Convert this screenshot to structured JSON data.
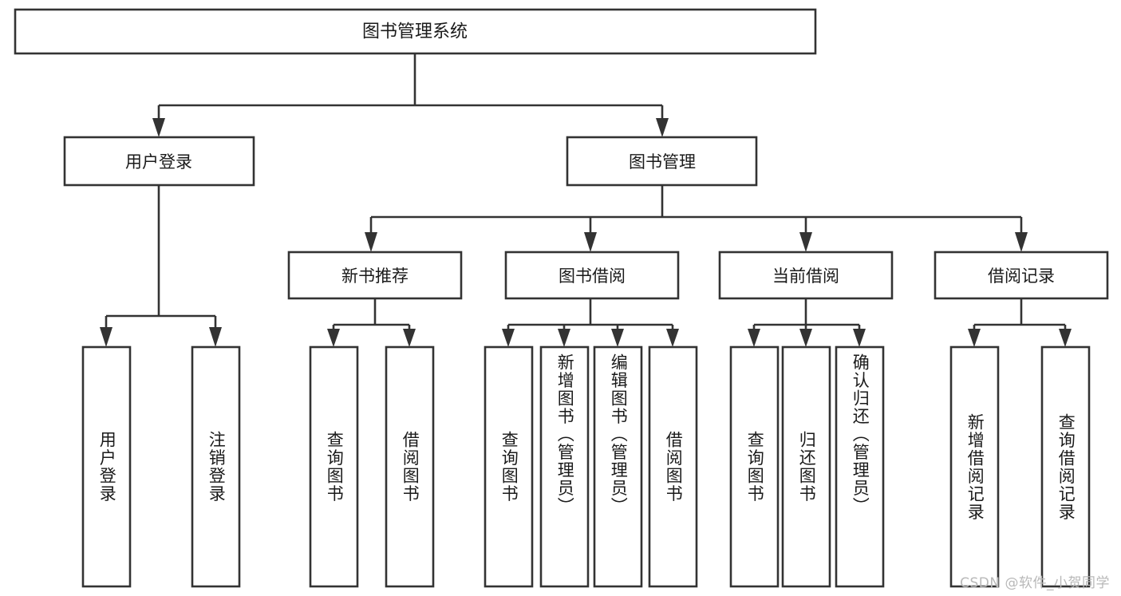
{
  "diagram": {
    "type": "tree-hierarchy",
    "title": "图书管理系统",
    "root": {
      "label": "图书管理系统"
    },
    "level2": [
      {
        "label": "用户登录"
      },
      {
        "label": "图书管理"
      }
    ],
    "level3": [
      {
        "label": "新书推荐"
      },
      {
        "label": "图书借阅"
      },
      {
        "label": "当前借阅"
      },
      {
        "label": "借阅记录"
      }
    ],
    "leaves": {
      "user_login": [
        {
          "label": "用户登录"
        },
        {
          "label": "注销登录"
        }
      ],
      "new_book_recommend": [
        {
          "label": "查询图书"
        },
        {
          "label": "借阅图书"
        }
      ],
      "book_borrow": [
        {
          "label": "查询图书"
        },
        {
          "label": "新增图书（管理员）"
        },
        {
          "label": "编辑图书（管理员）"
        },
        {
          "label": "借阅图书"
        }
      ],
      "current_borrow": [
        {
          "label": "查询图书"
        },
        {
          "label": "归还图书"
        },
        {
          "label": "确认归还（管理员）"
        }
      ],
      "borrow_record": [
        {
          "label": "新增借阅记录"
        },
        {
          "label": "查询借阅记录"
        }
      ]
    }
  },
  "watermark": {
    "text": "CSDN @软件_小贺同学"
  },
  "colors": {
    "box_stroke": "#333333",
    "box_fill": "#ffffff",
    "text": "#1a1a1a",
    "watermark": "#b8b8b8",
    "background": "#ffffff"
  }
}
